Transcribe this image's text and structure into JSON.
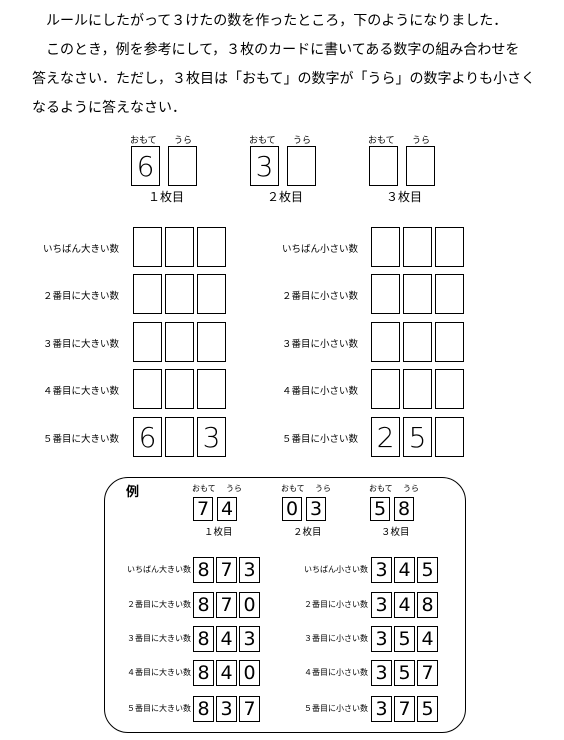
{
  "instructions": {
    "line1": "ルールにしたがって３けたの数を作ったところ，下のようになりました．",
    "line2": "このとき，例を参考にして，３枚のカードに書いてある数字の組み合わせを",
    "line3": "答えなさい．ただし，３枚目は「おもて」の数字が「うら」の数字よりも小さく",
    "line4": "なるように答えなさい．"
  },
  "cards": {
    "omote": "おもて",
    "ura": "うら",
    "items": [
      {
        "label": "１枚目",
        "front": "6",
        "back": ""
      },
      {
        "label": "２枚目",
        "front": "3",
        "back": ""
      },
      {
        "label": "３枚目",
        "front": "",
        "back": ""
      }
    ]
  },
  "answers": {
    "left": [
      {
        "label": "いちばん大きい数",
        "digits": [
          "",
          "",
          ""
        ]
      },
      {
        "label": "２番目に大きい数",
        "digits": [
          "",
          "",
          ""
        ]
      },
      {
        "label": "３番目に大きい数",
        "digits": [
          "",
          "",
          ""
        ]
      },
      {
        "label": "４番目に大きい数",
        "digits": [
          "",
          "",
          ""
        ]
      },
      {
        "label": "５番目に大きい数",
        "digits": [
          "6",
          "",
          "3"
        ]
      }
    ],
    "right": [
      {
        "label": "いちばん小さい数",
        "digits": [
          "",
          "",
          ""
        ]
      },
      {
        "label": "２番目に小さい数",
        "digits": [
          "",
          "",
          ""
        ]
      },
      {
        "label": "３番目に小さい数",
        "digits": [
          "",
          "",
          ""
        ]
      },
      {
        "label": "４番目に小さい数",
        "digits": [
          "",
          "",
          ""
        ]
      },
      {
        "label": "５番目に小さい数",
        "digits": [
          "2",
          "5",
          ""
        ]
      }
    ]
  },
  "example": {
    "title": "例",
    "cards": [
      {
        "label": "１枚目",
        "front": "7",
        "back": "4"
      },
      {
        "label": "２枚目",
        "front": "0",
        "back": "3"
      },
      {
        "label": "３枚目",
        "front": "5",
        "back": "8"
      }
    ],
    "left": [
      {
        "label": "いちばん大きい数",
        "digits": [
          "8",
          "7",
          "3"
        ]
      },
      {
        "label": "２番目に大きい数",
        "digits": [
          "8",
          "7",
          "0"
        ]
      },
      {
        "label": "３番目に大きい数",
        "digits": [
          "8",
          "4",
          "3"
        ]
      },
      {
        "label": "４番目に大きい数",
        "digits": [
          "8",
          "4",
          "0"
        ]
      },
      {
        "label": "５番目に大きい数",
        "digits": [
          "8",
          "3",
          "7"
        ]
      }
    ],
    "right": [
      {
        "label": "いちばん小さい数",
        "digits": [
          "3",
          "4",
          "5"
        ]
      },
      {
        "label": "２番目に小さい数",
        "digits": [
          "3",
          "4",
          "8"
        ]
      },
      {
        "label": "３番目に小さい数",
        "digits": [
          "3",
          "5",
          "4"
        ]
      },
      {
        "label": "４番目に小さい数",
        "digits": [
          "3",
          "5",
          "7"
        ]
      },
      {
        "label": "５番目に小さい数",
        "digits": [
          "3",
          "7",
          "5"
        ]
      }
    ]
  }
}
